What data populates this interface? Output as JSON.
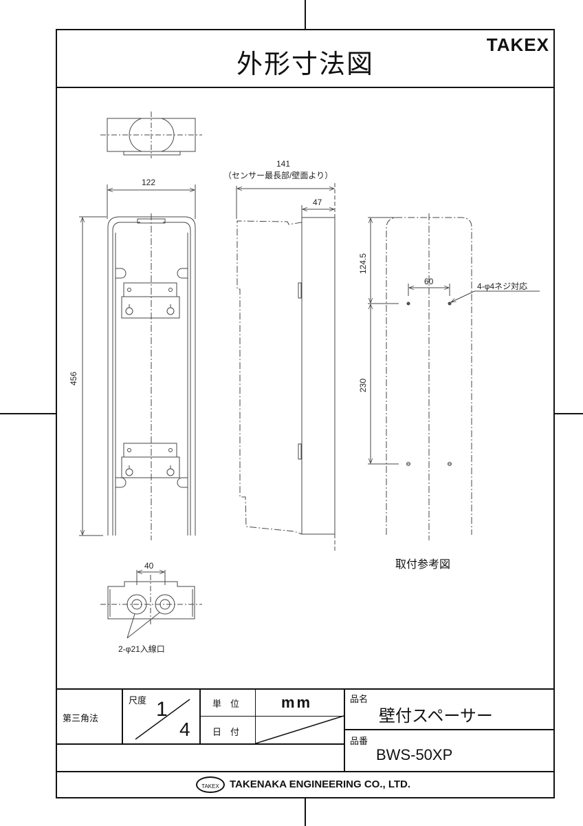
{
  "header": {
    "title": "外形寸法図",
    "brand": "TAKEX"
  },
  "views": {
    "top_view": {
      "width_dim": "122"
    },
    "front_view": {
      "height_dim": "456"
    },
    "side_view": {
      "depth_dim": "141",
      "depth_note": "（センサー最長部/壁面より）",
      "body_dim": "47"
    },
    "mounting_reference": {
      "top_offset_dim": "124.5",
      "hole_spacing_dim": "60",
      "vertical_spacing_dim": "230",
      "screw_note": "4-φ4ネジ対応",
      "caption": "取付参考図"
    },
    "bottom_view": {
      "inlet_spacing_dim": "40",
      "inlet_note": "2-φ21入線口"
    }
  },
  "title_block": {
    "projection": "第三角法",
    "scale_label": "尺度",
    "scale_num": "1",
    "scale_den": "4",
    "unit_label": "単　位",
    "unit_value": "mm",
    "date_label": "日　付",
    "product_name_label": "品名",
    "product_name": "壁付スペーサー",
    "product_code_label": "品番",
    "product_code": "BWS-50XP",
    "logo_text": "TAKEX",
    "company": "TAKENAKA ENGINEERING CO., LTD."
  }
}
